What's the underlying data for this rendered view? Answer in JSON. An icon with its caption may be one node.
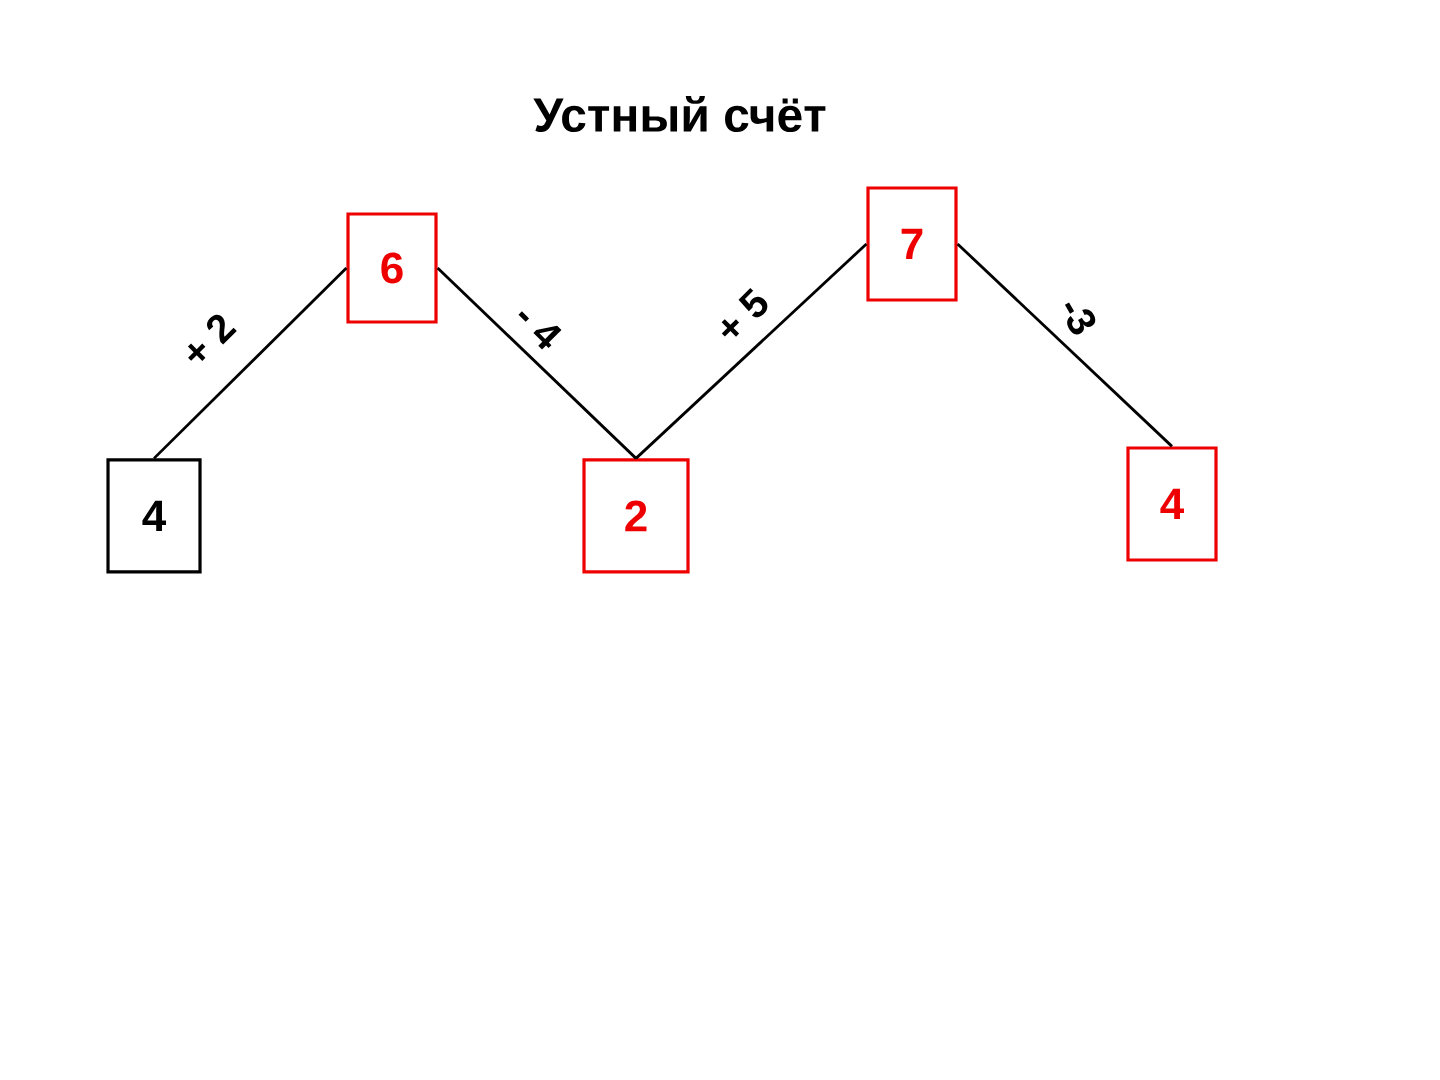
{
  "diagram": {
    "title": "Устный счёт",
    "nodes": [
      {
        "text": [
          "4"
        ]
      },
      {
        "text": [
          "6"
        ]
      },
      {
        "text": [
          "2"
        ]
      },
      {
        "text": [
          "7"
        ]
      },
      {
        "text": [
          "4"
        ]
      }
    ],
    "edges": [
      {
        "from": 0,
        "to": 1,
        "arrow": "none",
        "label": "+ 2"
      },
      {
        "from": 1,
        "to": 2,
        "arrow": "none",
        "label": "- 4"
      },
      {
        "from": 2,
        "to": 3,
        "arrow": "none",
        "label": "+ 5"
      },
      {
        "from": 3,
        "to": 4,
        "arrow": "none",
        "label": "-3"
      }
    ]
  }
}
